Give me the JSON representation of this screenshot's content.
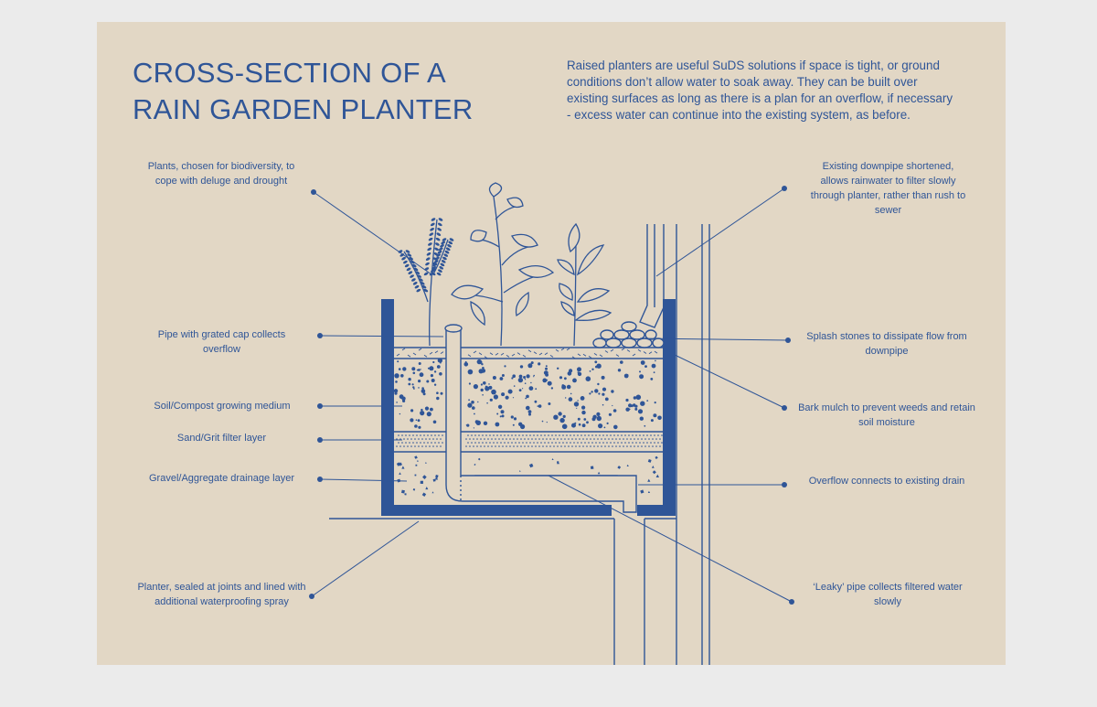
{
  "title": {
    "line1": "CROSS-SECTION OF A",
    "line2": "RAIN GARDEN PLANTER"
  },
  "intro": "Raised planters are useful SuDS solutions if space is tight, or ground conditions don’t allow water to soak away. They can be built over existing surfaces as long as there is a plan for an overflow, if necessary - excess water can continue into the existing system, as before.",
  "labels": {
    "plants": "Plants, chosen for biodiversity, to cope with deluge and drought",
    "pipe_cap": "Pipe with grated cap collects overflow",
    "soil": "Soil/Compost growing medium",
    "sand": "Sand/Grit filter layer",
    "gravel": "Gravel/Aggregate drainage layer",
    "planter": "Planter, sealed at joints and lined with additional waterproofing spray",
    "downpipe": "Existing downpipe shortened, allows rainwater to filter slowly through planter, rather than rush to sewer",
    "splash": "Splash stones to dissipate flow from downpipe",
    "bark": "Bark mulch to prevent weeds and retain soil moisture",
    "overflow": "Overflow connects to existing drain",
    "leaky": "‘Leaky’ pipe collects filtered water slowly"
  },
  "colors": {
    "ink": "#2f5597",
    "background": "#e2d7c5",
    "page": "#ebebeb"
  }
}
